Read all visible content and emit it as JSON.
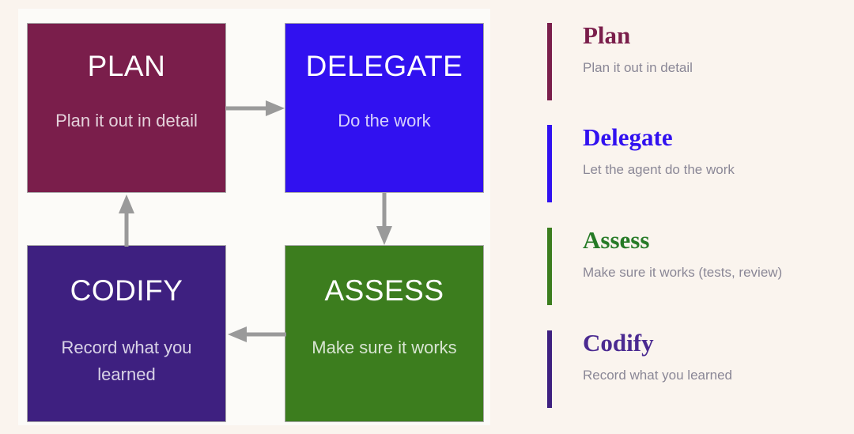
{
  "colors": {
    "page_background": "#faf4ee",
    "panel_background": "#fcfbf8",
    "plan": "#7a1e4b",
    "delegate": "#3111f0",
    "assess": "#3c7d1e",
    "codify": "#3e2080",
    "arrow": "#9a9a9a",
    "legend_description_text": "#8a8796"
  },
  "diagram": {
    "type": "cycle-flowchart",
    "boxes": [
      {
        "id": "plan",
        "title": "PLAN",
        "description": "Plan it out in detail",
        "color": "#7a1e4b"
      },
      {
        "id": "delegate",
        "title": "DELEGATE",
        "description": "Do the work",
        "color": "#3111f0"
      },
      {
        "id": "codify",
        "title": "CODIFY",
        "description": "Record what you learned",
        "color": "#3e2080"
      },
      {
        "id": "assess",
        "title": "ASSESS",
        "description": "Make sure it works",
        "color": "#3c7d1e"
      }
    ],
    "arrows": [
      {
        "from": "plan",
        "to": "delegate",
        "direction": "right"
      },
      {
        "from": "delegate",
        "to": "assess",
        "direction": "down"
      },
      {
        "from": "assess",
        "to": "codify",
        "direction": "left"
      },
      {
        "from": "codify",
        "to": "plan",
        "direction": "up"
      }
    ]
  },
  "legend": {
    "items": [
      {
        "heading": "Plan",
        "description": "Plan it out in detail",
        "color": "#7a1e4b"
      },
      {
        "heading": "Delegate",
        "description": "Let the agent do the work",
        "color": "#3111f0"
      },
      {
        "heading": "Assess",
        "description": "Make sure it works (tests, review)",
        "color": "#3c7d1e"
      },
      {
        "heading": "Codify",
        "description": "Record what you learned",
        "color": "#3e2080"
      }
    ]
  }
}
